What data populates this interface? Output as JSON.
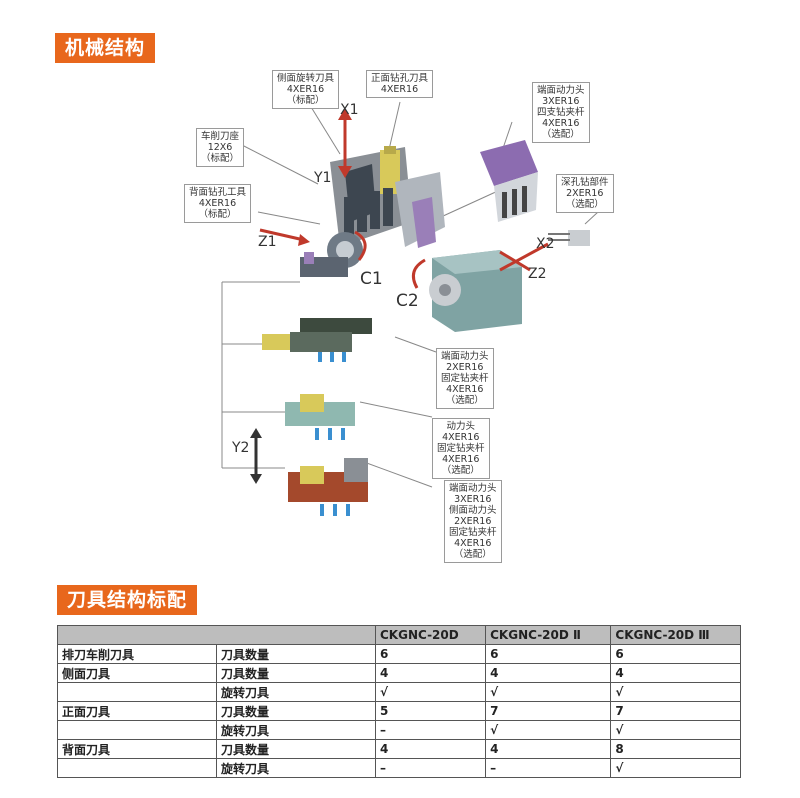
{
  "sections": {
    "structure_title": "机械结构",
    "tooling_title": "刀具结构标配"
  },
  "labels": {
    "side_rotary": [
      "侧面旋转刀具",
      "4XER16",
      "（标配）"
    ],
    "front_drill": [
      "正面钻孔刀具",
      "4XER16"
    ],
    "end_power": [
      "端面动力头",
      "3XER16",
      "四支钻夹杆",
      "4XER16",
      "（选配）"
    ],
    "turning_seat": [
      "车削刀座",
      "12X6",
      "（标配）"
    ],
    "back_drill": [
      "背面钻孔工具",
      "4XER16",
      "（标配）"
    ],
    "deep_hole": [
      "深孔钻部件",
      "2XER16",
      "（选配）"
    ],
    "opt1": [
      "端面动力头",
      "2XER16",
      "固定钻夹杆",
      "4XER16",
      "（选配）"
    ],
    "opt2": [
      "动力头",
      "4XER16",
      "固定钻夹杆",
      "4XER16",
      "（选配）"
    ],
    "opt3": [
      "端面动力头",
      "3XER16",
      "侧面动力头",
      "2XER16",
      "固定钻夹杆",
      "4XER16",
      "（选配）"
    ]
  },
  "axes": {
    "x1": "X1",
    "y1": "Y1",
    "z1": "Z1",
    "c1": "C1",
    "c2": "C2",
    "x2": "X2",
    "z2": "Z2",
    "y2": "Y2"
  },
  "table": {
    "header": [
      "",
      "CKGNC-20D",
      "CKGNC-20D Ⅱ",
      "CKGNC-20D Ⅲ"
    ],
    "rows": [
      {
        "group": "排刀车削刀具",
        "item": "刀具数量",
        "v": [
          "6",
          "6",
          "6"
        ]
      },
      {
        "group": "侧面刀具",
        "item": "刀具数量",
        "v": [
          "4",
          "4",
          "4"
        ]
      },
      {
        "group": "",
        "item": "旋转刀具",
        "v": [
          "√",
          "√",
          "√"
        ]
      },
      {
        "group": "正面刀具",
        "item": "刀具数量",
        "v": [
          "5",
          "7",
          "7"
        ]
      },
      {
        "group": "",
        "item": "旋转刀具",
        "v": [
          "–",
          "√",
          "√"
        ]
      },
      {
        "group": "背面刀具",
        "item": "刀具数量",
        "v": [
          "4",
          "4",
          "8"
        ]
      },
      {
        "group": "",
        "item": "旋转刀具",
        "v": [
          "–",
          "–",
          "√"
        ]
      }
    ]
  },
  "colors": {
    "accent": "#e8671c",
    "arrow_red": "#c0392b",
    "machine_gray": "#6f7a86",
    "machine_teal": "#7fa3a3",
    "machine_yellow": "#d8c95a",
    "machine_rust": "#a4492c",
    "header_gray": "#bdbdbd"
  }
}
